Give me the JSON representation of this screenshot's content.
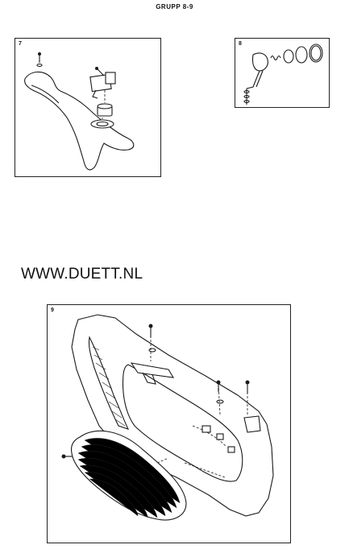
{
  "header": {
    "title": "GRUPP 8-9"
  },
  "figures": [
    {
      "number": "7"
    },
    {
      "number": "8"
    },
    {
      "number": "9"
    }
  ],
  "watermark": {
    "text": "WWW.DUETT.NL"
  }
}
